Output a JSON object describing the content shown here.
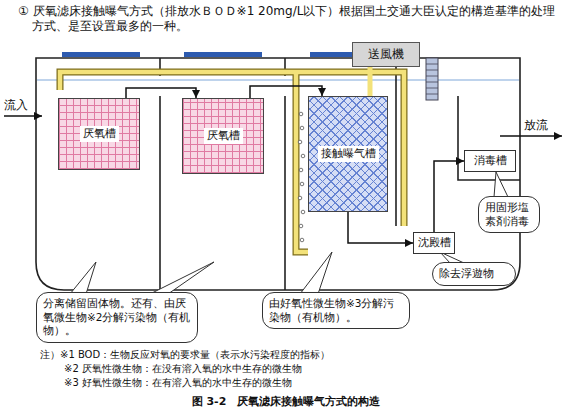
{
  "diagram": {
    "title": "① 厌氧滤床接触曝气方式（排放水ＢＯＤ※1 20mg/L以下）根据国土交通大臣认定的構造基準的处理方式、是至设置最多的一种。",
    "caption": "图 3-2　厌氧滤床接触曝气方式的构造",
    "nodes": [
      {
        "text": [
          "送風機"
        ]
      },
      {
        "text": [
          "厌氧槽"
        ]
      },
      {
        "text": [
          "厌氧槽"
        ]
      },
      {
        "text": [
          "接触曝气槽"
        ]
      },
      {
        "text": [
          "消毒槽"
        ]
      },
      {
        "text": [
          "沈殿槽"
        ]
      },
      {
        "text": [
          "用固形塩素剤消毒"
        ]
      },
      {
        "text": [
          "除去浮遊物"
        ]
      },
      {
        "text": [
          "分离储留固体物。还有、由厌氧微生物※2分解污染物（有机物）。"
        ]
      },
      {
        "text": [
          "由好氧性微生物※3分解污染物（有机物）。"
        ]
      }
    ],
    "edges": [
      {
        "from": 1,
        "to": 2,
        "arrow": "to"
      },
      {
        "from": 2,
        "to": 3,
        "arrow": "to"
      },
      {
        "from": 3,
        "to": 5,
        "arrow": "to"
      },
      {
        "from": 5,
        "to": 4,
        "arrow": "to"
      },
      {
        "from": 0,
        "to": 3,
        "arrow": "none"
      }
    ],
    "labels": [
      "流入",
      "放流",
      "注）※1 BOD：生物反应对氧的要求量（表示水污染程度的指标）",
      "※2 厌氧性微生物：在没有溶入氧的水中生存的微生物",
      "※3 好氧性微生物：在有溶入氧的水中生存的微生物"
    ]
  }
}
